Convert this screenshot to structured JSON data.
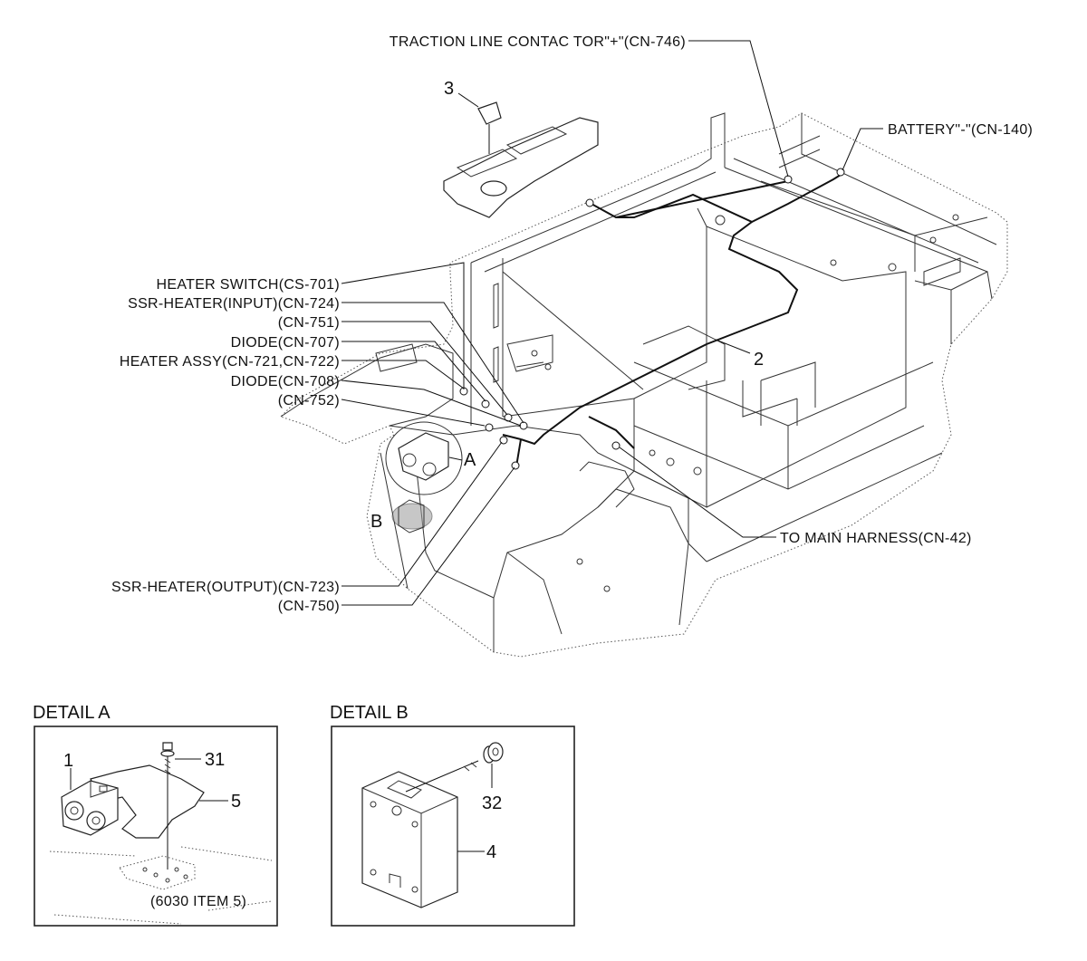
{
  "labels": {
    "traction": "TRACTION LINE CONTAC TOR\"+\"(CN-746)",
    "battery": "BATTERY\"-\"(CN-140)",
    "heater_switch": "HEATER SWITCH(CS-701)",
    "ssr_input": "SSR-HEATER(INPUT)(CN-724)",
    "cn751": "(CN-751)",
    "diode707": "DIODE(CN-707)",
    "heater_assy": "HEATER ASSY(CN-721,CN-722)",
    "diode708": "DIODE(CN-708)",
    "cn752": "(CN-752)",
    "main_harness": "TO MAIN HARNESS(CN-42)",
    "ssr_output": "SSR-HEATER(OUTPUT)(CN-723)",
    "cn750": "(CN-750)"
  },
  "callouts": {
    "item2": "2",
    "item3": "3",
    "detail_a_ref": "A",
    "detail_b_ref": "B"
  },
  "detail_a": {
    "title": "DETAIL A",
    "item1": "1",
    "item31": "31",
    "item5": "5",
    "note": "(6030 ITEM 5)"
  },
  "detail_b": {
    "title": "DETAIL B",
    "item32": "32",
    "item4": "4"
  }
}
